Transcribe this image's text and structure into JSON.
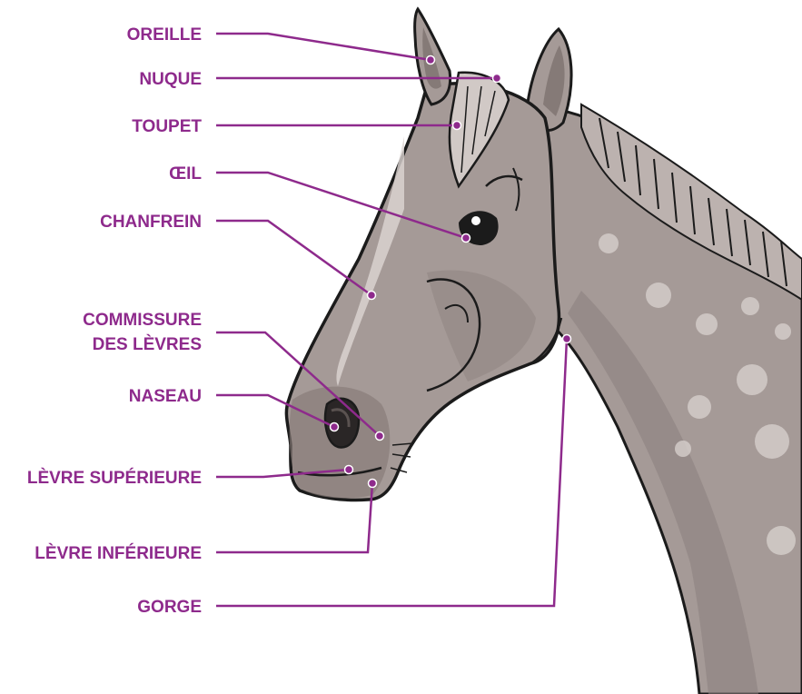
{
  "colors": {
    "label": "#8e2a8c",
    "leader": "#8e2a8c",
    "coat": "#a59a97",
    "coat_dark": "#857a77",
    "coat_light": "#c9c1be",
    "outline": "#1b1b1b",
    "spots": "#d6cfcc"
  },
  "labels": [
    {
      "id": "oreille",
      "text": "OREILLE"
    },
    {
      "id": "nuque",
      "text": "NUQUE"
    },
    {
      "id": "toupet",
      "text": "TOUPET"
    },
    {
      "id": "oeil",
      "text": "ŒIL"
    },
    {
      "id": "chanfrein",
      "text": "CHANFREIN"
    },
    {
      "id": "commissure",
      "text": "COMMISSURE",
      "line2": "DES LÈVRES"
    },
    {
      "id": "naseau",
      "text": "NASEAU"
    },
    {
      "id": "levre-superieure",
      "text": "LÈVRE SUPÉRIEURE"
    },
    {
      "id": "levre-inferieure",
      "text": "LÈVRE INFÉRIEURE"
    },
    {
      "id": "gorge",
      "text": "GORGE"
    }
  ]
}
